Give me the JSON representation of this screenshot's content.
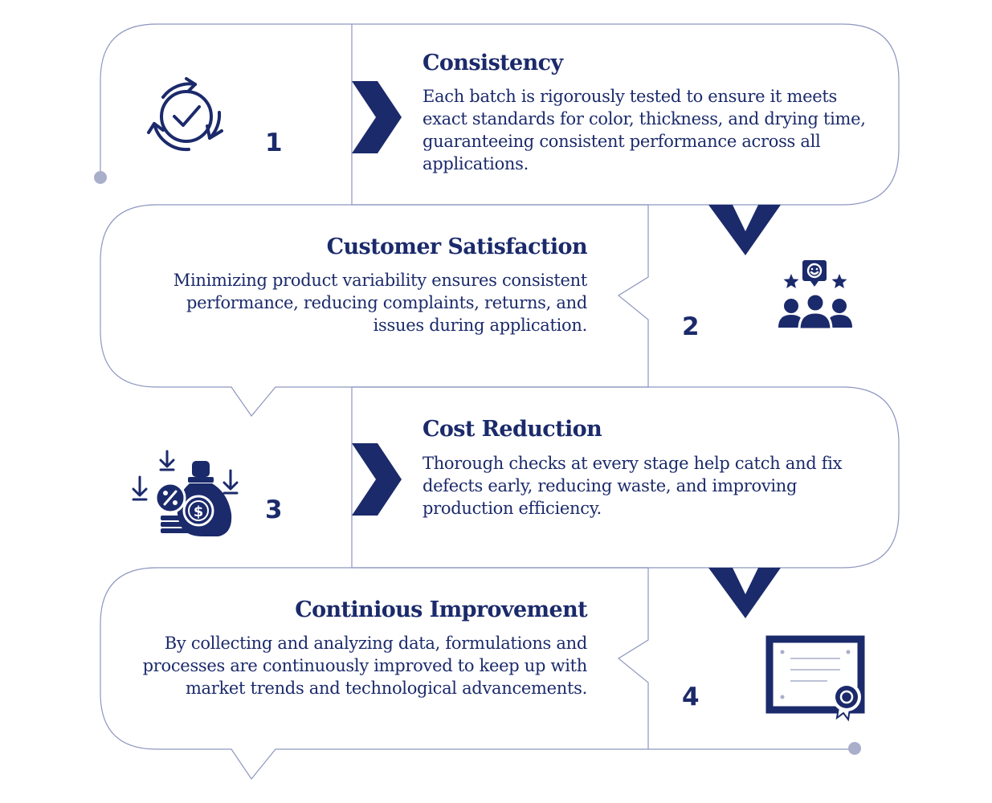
{
  "steps": [
    {
      "number": "1",
      "title": "Consistency",
      "description": "Each batch is rigorously tested to ensure it meets exact standards for color, thickness, and drying time, guaranteeing consistent performance across all applications.",
      "icon": "quality-check-cycle-icon"
    },
    {
      "number": "2",
      "title": "Customer Satisfaction",
      "description": "Minimizing product variability ensures consistent performance, reducing complaints, returns, and issues during application.",
      "icon": "customer-rating-group-icon"
    },
    {
      "number": "3",
      "title": "Cost Reduction",
      "description": "Thorough checks at every stage help catch and fix defects early, reducing waste, and improving production efficiency.",
      "icon": "money-bag-savings-icon"
    },
    {
      "number": "4",
      "title": "Continious Improvement",
      "description": "By collecting and analyzing data, formulations and processes are continuously improved to keep up with market trends and technological advancements.",
      "icon": "certificate-icon"
    }
  ],
  "colors": {
    "primary": "#1b2a6b",
    "outline": "#8e96bf",
    "dot": "#a9aecb",
    "background": "#ffffff"
  }
}
